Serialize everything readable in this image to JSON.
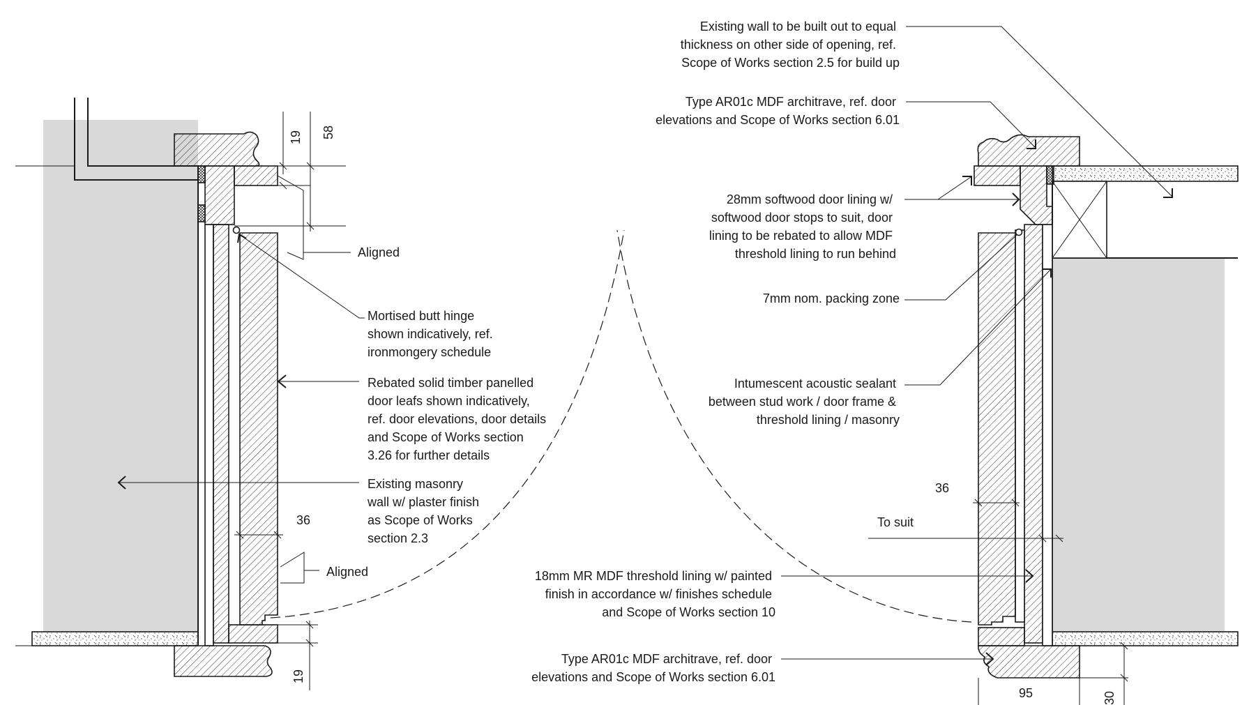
{
  "annotations": {
    "left": {
      "aligned_top": "Aligned",
      "hinge": [
        "Mortised butt hinge",
        "shown indicatively, ref.",
        "ironmongery schedule"
      ],
      "door_leafs": [
        "Rebated solid timber panelled",
        "door leafs shown indicatively,",
        "ref. door elevations, door details",
        "and Scope of Works section",
        "3.26 for further details"
      ],
      "masonry": [
        "Existing masonry",
        "wall w/ plaster finish",
        "as Scope of Works",
        "section 2.3"
      ],
      "aligned_bottom": "Aligned"
    },
    "right": {
      "existing_wall": [
        "Existing wall to be built out to equal",
        "thickness on other side of opening, ref.",
        "Scope of Works section 2.5 for build up"
      ],
      "architrave_top": [
        "Type AR01c MDF architrave, ref. door",
        "elevations and Scope of Works section 6.01"
      ],
      "door_lining": [
        "28mm softwood door lining w/",
        "softwood door stops to suit, door",
        "lining to be rebated to allow MDF",
        "threshold lining to run behind"
      ],
      "packing": [
        "7mm nom. packing zone"
      ],
      "sealant": [
        "Intumescent acoustic sealant",
        "between stud work / door frame &",
        "threshold lining / masonry"
      ],
      "to_suit": "To suit",
      "threshold": [
        "18mm MR MDF threshold lining w/ painted",
        "finish in accordance w/ finishes schedule",
        "and Scope of Works section 10"
      ],
      "architrave_bottom": [
        "Type AR01c MDF architrave, ref. door",
        "elevations and Scope of Works section 6.01"
      ]
    }
  },
  "dimensions": {
    "d19_top": "19",
    "d58": "58",
    "d36_left": "36",
    "d19_bottom": "19",
    "d36_right": "36",
    "d95": "95",
    "d30": "30"
  }
}
